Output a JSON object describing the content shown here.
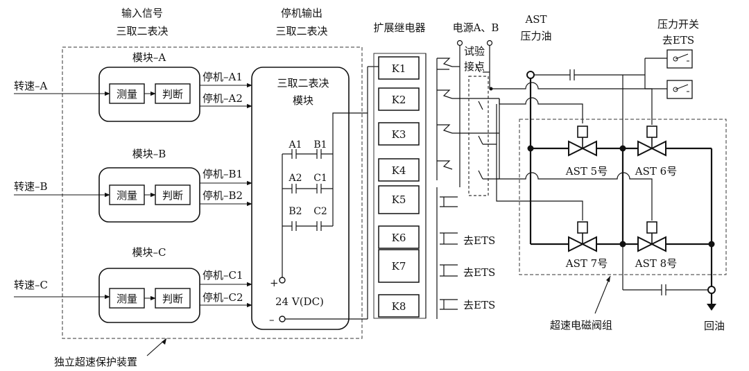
{
  "headers": {
    "input_line1": "输入信号",
    "input_line2": "三取二表决",
    "trip_line1": "停机输出",
    "trip_line2": "三取二表决",
    "relay": "扩展继电器",
    "power": "电源A、B",
    "ast_line1": "AST",
    "ast_line2": "压力油",
    "pswitch_line1": "压力开关",
    "pswitch_line2": "去ETS"
  },
  "modules": [
    {
      "title": "模块–A",
      "speed": "转速–A",
      "measure": "测量",
      "judge": "判断",
      "out1": "停机–A1",
      "out2": "停机–A2"
    },
    {
      "title": "模块–B",
      "speed": "转速–B",
      "measure": "测量",
      "judge": "判断",
      "out1": "停机–B1",
      "out2": "停机–B2"
    },
    {
      "title": "模块–C",
      "speed": "转速–C",
      "measure": "测量",
      "judge": "判断",
      "out1": "停机–C1",
      "out2": "停机–C2"
    }
  ],
  "voting": {
    "title_line1": "三取二表决",
    "title_line2": "模块",
    "contacts": [
      "A1",
      "B1",
      "A2",
      "C1",
      "B2",
      "C2"
    ],
    "plus": "+",
    "minus": "–",
    "supply": "24 V(DC)"
  },
  "relays": [
    "K1",
    "K2",
    "K3",
    "K4",
    "K5",
    "K6",
    "K7",
    "K8"
  ],
  "test_point_line1": "试验",
  "test_point_line2": "接点",
  "to_ets": [
    "去ETS",
    "去ETS",
    "去ETS"
  ],
  "valves": [
    "AST 5号",
    "AST 6号",
    "AST 7号",
    "AST 8号"
  ],
  "return_oil": "回油",
  "valve_group": "超速电磁阀组",
  "device": "独立超速保护装置"
}
